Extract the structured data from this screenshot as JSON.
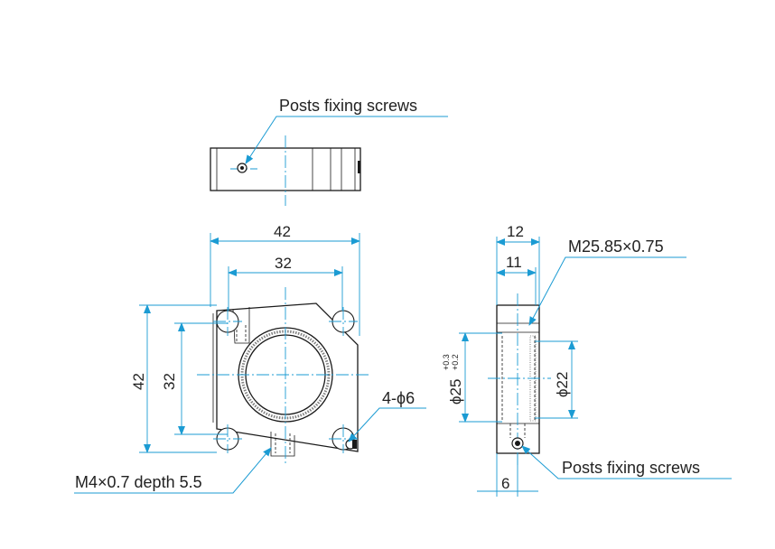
{
  "labels": {
    "posts_screws_top": "Posts fixing screws",
    "posts_screws_side": "Posts fixing screws",
    "thread": "M25.85×0.75",
    "holes": "4-ϕ6",
    "tap": "M4×0.7 depth 5.5"
  },
  "dimensions": {
    "width_42": "42",
    "width_32": "32",
    "height_42": "42",
    "height_32": "32",
    "side_12": "12",
    "side_11": "11",
    "side_6": "6",
    "bore": "ϕ25",
    "bore_tol_upper": "+0.3",
    "bore_tol_lower": "+0.2",
    "inner": "ϕ22"
  },
  "colors": {
    "dimension": "#1b9bd3",
    "line": "#1a1a1a"
  }
}
